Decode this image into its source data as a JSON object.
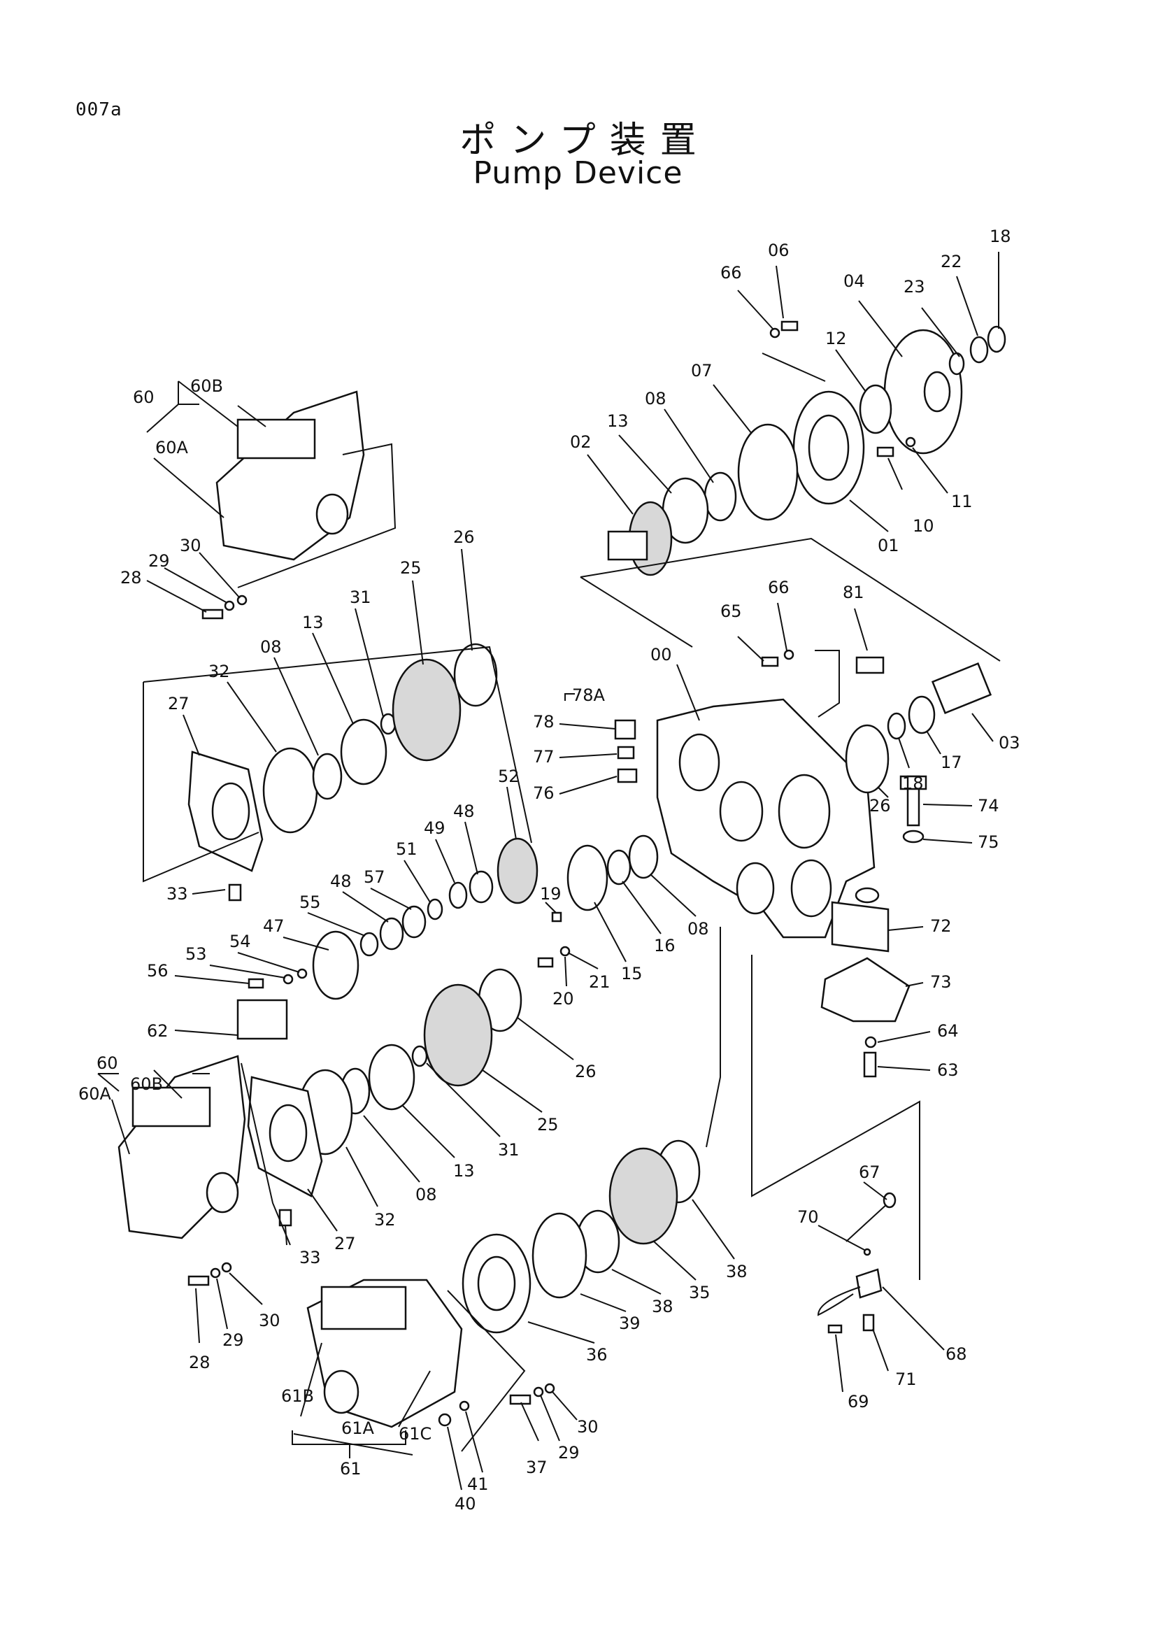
{
  "page_code": "007a",
  "title_jp": "ポンプ装置",
  "title_en": "Pump Device",
  "labels": {
    "l00": "00",
    "l01": "01",
    "l02": "02",
    "l03": "03",
    "l04": "04",
    "l06": "06",
    "l07": "07",
    "l08a": "08",
    "l08b": "08",
    "l08c": "08",
    "l08d": "08",
    "l10": "10",
    "l11": "11",
    "l12": "12",
    "l13a": "13",
    "l13b": "13",
    "l13c": "13",
    "l15": "15",
    "l16": "16",
    "l17": "17",
    "l18a": "18",
    "l18b": "18",
    "l19": "19",
    "l20": "20",
    "l21": "21",
    "l22": "22",
    "l23": "23",
    "l25a": "25",
    "l25b": "25",
    "l26a": "26",
    "l26b": "26",
    "l26c": "26",
    "l27a": "27",
    "l27b": "27",
    "l28a": "28",
    "l28b": "28",
    "l29a": "29",
    "l29b": "29",
    "l29c": "29",
    "l30a": "30",
    "l30b": "30",
    "l30c": "30",
    "l31a": "31",
    "l31b": "31",
    "l32a": "32",
    "l32b": "32",
    "l33a": "33",
    "l33b": "33",
    "l35": "35",
    "l36": "36",
    "l37": "37",
    "l38a": "38",
    "l38b": "38",
    "l39": "39",
    "l40": "40",
    "l41": "41",
    "l47": "47",
    "l48a": "48",
    "l48b": "48",
    "l49": "49",
    "l51": "51",
    "l52": "52",
    "l53": "53",
    "l54": "54",
    "l55": "55",
    "l56": "56",
    "l57": "57",
    "l60a": "60",
    "l60Aa": "60A",
    "l60Ba": "60B",
    "l60b": "60",
    "l60Ab": "60A",
    "l60Bb": "60B",
    "l61": "61",
    "l61A": "61A",
    "l61B": "61B",
    "l61C": "61C",
    "l62": "62",
    "l63": "63",
    "l64": "64",
    "l65": "65",
    "l66a": "66",
    "l66b": "66",
    "l67": "67",
    "l68": "68",
    "l69": "69",
    "l70": "70",
    "l71": "71",
    "l72": "72",
    "l73": "73",
    "l74": "74",
    "l75": "75",
    "l76": "76",
    "l77": "77",
    "l78": "78",
    "l78A": "78A",
    "l81": "81"
  }
}
